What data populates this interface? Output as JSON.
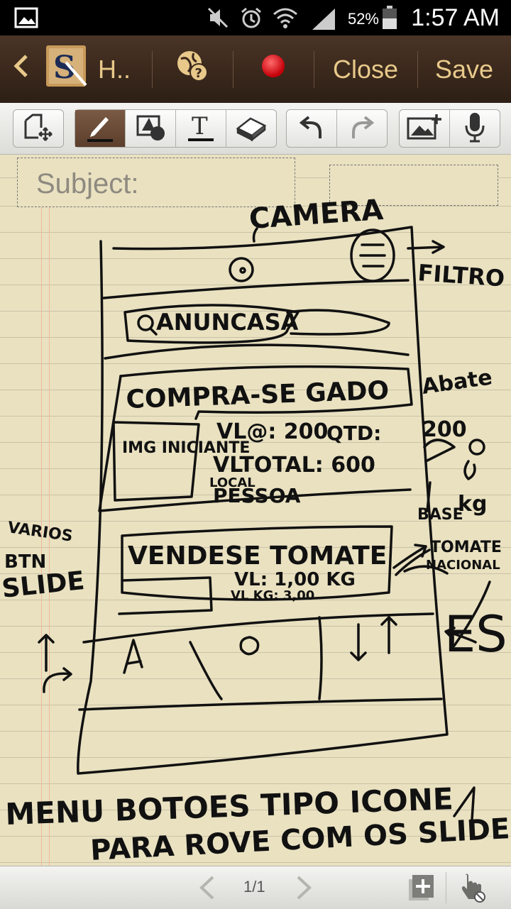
{
  "status_bar": {
    "battery_percent": "52%",
    "time": "1:57 AM",
    "icons": [
      "image-notification-icon",
      "mute-icon",
      "alarm-icon",
      "wifi-icon",
      "signal-icon",
      "battery-icon"
    ]
  },
  "action_bar": {
    "back_icon": "chevron-left-icon",
    "app_icon": "s-note-icon",
    "title": "H..",
    "help_icon": "globe-help-icon",
    "record_icon": "record-icon",
    "close_label": "Close",
    "save_label": "Save",
    "record_color": "#e0141b",
    "accent_color": "#e8c98a"
  },
  "toolbar": {
    "tools": [
      "select-tool-icon",
      "pen-tool-icon",
      "shape-tool-icon",
      "text-tool-icon",
      "eraser-tool-icon",
      "undo-icon",
      "redo-icon",
      "insert-image-icon",
      "voice-record-icon"
    ],
    "active_tool": "pen"
  },
  "note": {
    "subject_label": "Subject:",
    "paper_color": "#e9e1c0",
    "ink_color": "#111111",
    "handwriting": {
      "camera": "CAMERA",
      "filtro": "FILTRO",
      "search": "ANUNCASA",
      "card1_title": "COMPRA-SE GADO",
      "card1_value": "VL@: 200",
      "card1_qty": "QTD:",
      "card1_total": "VLTOTAL: 600",
      "card1_local": "LOCAL",
      "card1_img": "IMG INICIANTE",
      "card1_pessoa": "PESSOA",
      "side_abate": "Abate",
      "side_qty": "200",
      "side_kg": "kg",
      "side_base": "BASE",
      "side_tomate": "TOMATE",
      "side_nacional": "NACIONAL",
      "side_es": "ES",
      "card2_title": "VENDESE TOMATE",
      "card2_vl": "VL: 1,00 KG",
      "card2_total": "VL KG: 3,00",
      "left_note_1": "VARIOS",
      "left_note_2": "BTN",
      "left_note_3": "SLIDE",
      "footer_line_1": "MENU BOTOES TIPO ICONE",
      "footer_line_2": "PARA ROVE COM OS SLIDE PCI"
    }
  },
  "bottom_bar": {
    "prev_icon": "chevron-left-icon",
    "page_indicator": "1/1",
    "next_icon": "chevron-right-icon",
    "add_page_icon": "add-page-icon",
    "pen-mode-icon": "hand-pointer-icon"
  }
}
